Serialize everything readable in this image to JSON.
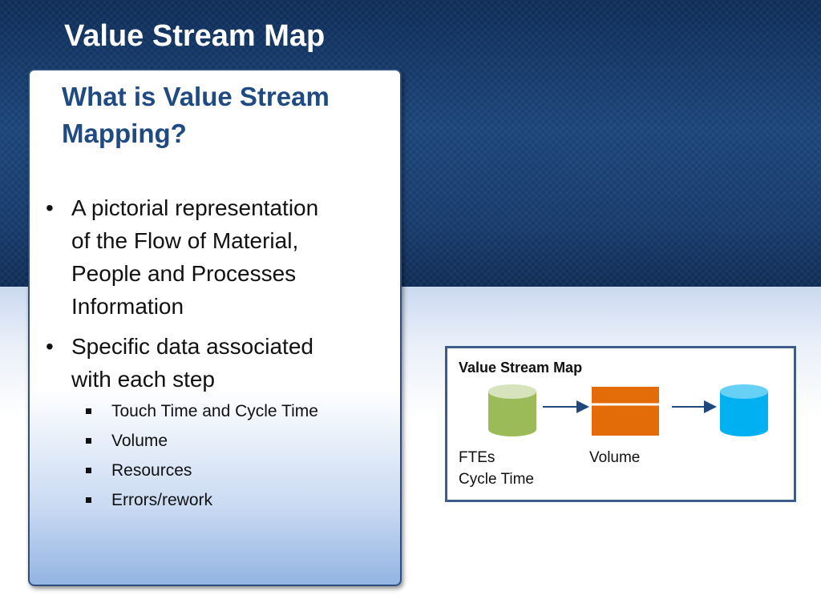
{
  "slide": {
    "title": "Value Stream Map"
  },
  "panel": {
    "heading_line1": "What is Value Stream",
    "heading_line2": "Mapping?",
    "bullets": [
      {
        "lines": [
          "A pictorial representation",
          "of the Flow of Material,",
          "People and Processes",
          "Information"
        ]
      },
      {
        "lines": [
          "Specific data associated",
          "with each step"
        ],
        "sub_items": [
          "Touch Time and Cycle Time",
          "Volume",
          "Resources",
          "Errors/rework"
        ]
      }
    ]
  },
  "vsm_diagram": {
    "title": "Value Stream Map",
    "labels": {
      "ftes": "FTEs",
      "cycle_time": "Cycle Time",
      "volume": "Volume"
    },
    "colors": {
      "green_cylinder": "#9bbb59",
      "orange_process": "#e36c09",
      "blue_cylinder": "#00b0f0",
      "arrow": "#1f497d",
      "border": "#3b5d88"
    }
  }
}
